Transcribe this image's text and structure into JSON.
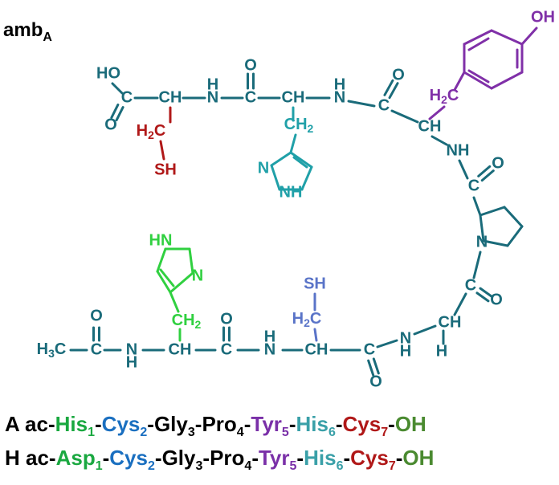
{
  "title": {
    "text": "amb",
    "sub": "A"
  },
  "colors": {
    "backbone": "#1a6b7a",
    "tyr": "#8030a8",
    "cys_c": "#b01818",
    "his_top": "#20a0a8",
    "his_n": "#30d040",
    "cys_n": "#5a74c8",
    "seq_his": "#1aa840",
    "seq_cys2": "#1a6fc0",
    "seq_tyr": "#7a30a8",
    "seq_his6": "#3aa0a8",
    "seq_cys7": "#b01818",
    "seq_oh": "#4a8a30"
  },
  "structure": {
    "oh_top": "OH",
    "ho": "HO",
    "ch": "CH",
    "h2c": "H2C",
    "ch2": "CH2",
    "sh": "SH",
    "nh": "NH",
    "n": "N",
    "h": "H",
    "o": "O",
    "c": "C",
    "h3c": "H3C",
    "hn": "HN"
  },
  "sequences": [
    {
      "prefix": "A ac-",
      "residues": [
        {
          "name": "His",
          "sub": "1",
          "color": "#1aa840"
        },
        {
          "name": "Cys",
          "sub": "2",
          "color": "#1a6fc0"
        },
        {
          "name": "Gly",
          "sub": "3",
          "color": "#000000"
        },
        {
          "name": "Pro",
          "sub": "4",
          "color": "#000000"
        },
        {
          "name": "Tyr",
          "sub": "5",
          "color": "#7a30a8"
        },
        {
          "name": "His",
          "sub": "6",
          "color": "#3aa0a8"
        },
        {
          "name": "Cys",
          "sub": "7",
          "color": "#b01818"
        }
      ],
      "suffix": "OH"
    },
    {
      "prefix": "H ac-",
      "residues": [
        {
          "name": "Asp",
          "sub": "1",
          "color": "#1aa840"
        },
        {
          "name": "Cys",
          "sub": "2",
          "color": "#1a6fc0"
        },
        {
          "name": "Gly",
          "sub": "3",
          "color": "#000000"
        },
        {
          "name": "Pro",
          "sub": "4",
          "color": "#000000"
        },
        {
          "name": "Tyr",
          "sub": "5",
          "color": "#7a30a8"
        },
        {
          "name": "His",
          "sub": "6",
          "color": "#3aa0a8"
        },
        {
          "name": "Cys",
          "sub": "7",
          "color": "#b01818"
        }
      ],
      "suffix": "OH"
    }
  ]
}
